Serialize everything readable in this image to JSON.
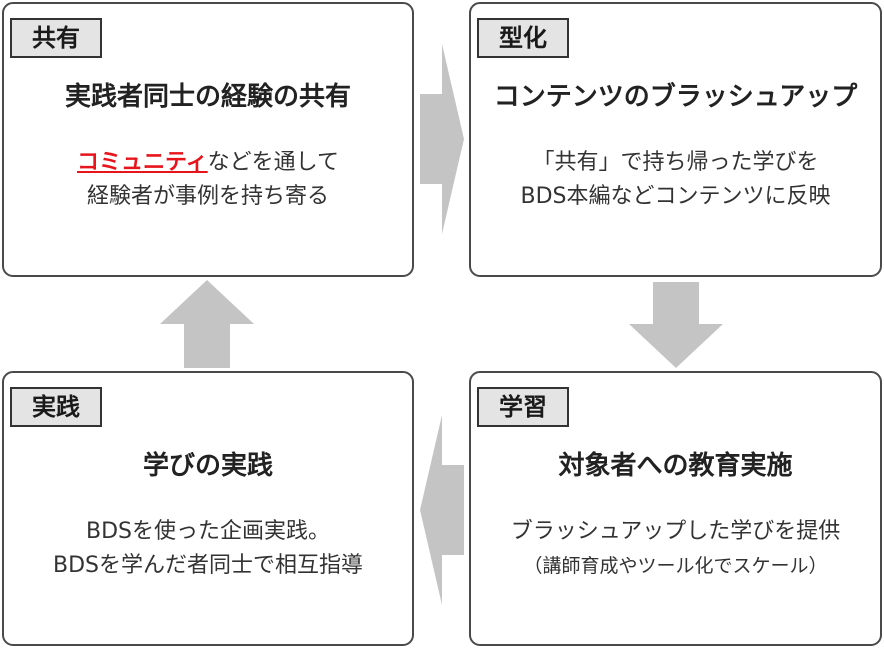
{
  "cards": {
    "share": {
      "tag": "共有",
      "title": "実践者同士の経験の共有",
      "desc_highlight": "コミュニティ",
      "desc_line1_rest": "などを通して",
      "desc_line2": "経験者が事例を持ち寄る"
    },
    "formalize": {
      "tag": "型化",
      "title": "コンテンツのブラッシュアップ",
      "desc_line1": "「共有」で持ち帰った学びを",
      "desc_line2": "BDS本編などコンテンツに反映"
    },
    "learn": {
      "tag": "学習",
      "title": "対象者への教育実施",
      "desc_line1": "ブラッシュアップした学びを提供",
      "desc_line2": "（講師育成やツール化でスケール）"
    },
    "practice": {
      "tag": "実践",
      "title": "学びの実践",
      "desc_line1": "BDSを使った企画実践。",
      "desc_line2": "BDSを学んだ者同士で相互指導"
    }
  },
  "colors": {
    "arrow": "#c4c4c4",
    "highlight": "#e8141c",
    "tag_bg": "#e4e4e4",
    "border": "#4a4a4a"
  }
}
